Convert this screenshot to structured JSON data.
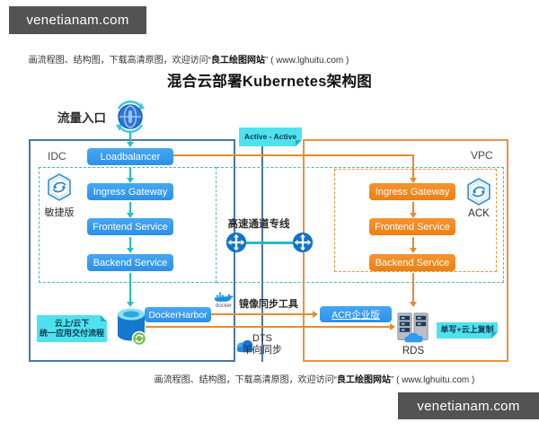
{
  "watermark_top": "venetianam.com",
  "watermark_bottom": "venetianam.com",
  "promo": {
    "prefix": "画流程图、结构图，下载高清原图，欢迎访问“",
    "site": "良工绘图网站",
    "suffix": "” ( www.lghuitu.com )"
  },
  "title": "混合云部署Kubernetes架构图",
  "entry": {
    "label": "流量入口"
  },
  "badges": {
    "active_active": "Active - Active",
    "replication": "单写+云上复制",
    "delivery_line1": "云上/云下",
    "delivery_line2": "统一应用交付流程"
  },
  "idc": {
    "label": "IDC",
    "loadbalancer": "Loadbalancer",
    "agile_label": "敏捷版",
    "services": [
      "Ingress Gateway",
      "Frontend Service",
      "Backend Service"
    ],
    "docker_harbor": "DockerHarbor"
  },
  "vpc": {
    "label": "VPC",
    "ack_label": "ACK",
    "services": [
      "Ingress Gateway",
      "Frontend Service",
      "Backend Service"
    ],
    "acr": "ACR企业版",
    "rds_label": "RDS"
  },
  "middle": {
    "express_link": "高速通道专线",
    "image_sync_tool": "镜像同步工具",
    "docker_label": "docker",
    "dts": "DTS",
    "dts_sync": "单向同步"
  },
  "colors": {
    "node_blue": "#3498ec",
    "node_orange": "#f18617",
    "teal": "#22c2c2",
    "orange_line": "#e98a28",
    "idc_border": "#4677a5",
    "vpc_border": "#e9943e",
    "note_cyan": "#4ee2ee",
    "watermark_bg": "#535353"
  }
}
